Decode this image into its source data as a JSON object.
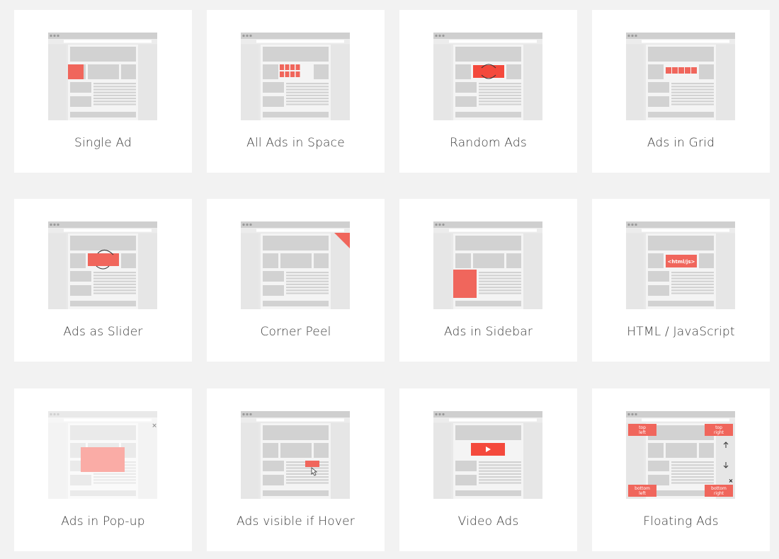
{
  "colors": {
    "background": "#f2f2f2",
    "card": "#ffffff",
    "ad": "#f0665c",
    "ad_strong": "#f4493c",
    "frame": "#dddddd",
    "block": "#d2d2d2",
    "text": "#3a3a3a"
  },
  "cards": [
    {
      "label": "Single Ad",
      "variant": "single"
    },
    {
      "label": "All Ads in Space",
      "variant": "allspace"
    },
    {
      "label": "Random Ads",
      "variant": "random"
    },
    {
      "label": "Ads in Grid",
      "variant": "grid"
    },
    {
      "label": "Ads as Slider",
      "variant": "slider"
    },
    {
      "label": "Corner Peel",
      "variant": "peel"
    },
    {
      "label": "Ads in Sidebar",
      "variant": "sidebar"
    },
    {
      "label": "HTML / JavaScript",
      "variant": "html",
      "ad_text": "<html/js>"
    },
    {
      "label": "Ads in Pop-up",
      "variant": "popup"
    },
    {
      "label": "Ads visible if Hover",
      "variant": "hover"
    },
    {
      "label": "Video Ads",
      "variant": "video"
    },
    {
      "label": "Floating Ads",
      "variant": "floating",
      "corner_labels": [
        "top left",
        "top right",
        "bottom left",
        "bottom right"
      ]
    }
  ]
}
